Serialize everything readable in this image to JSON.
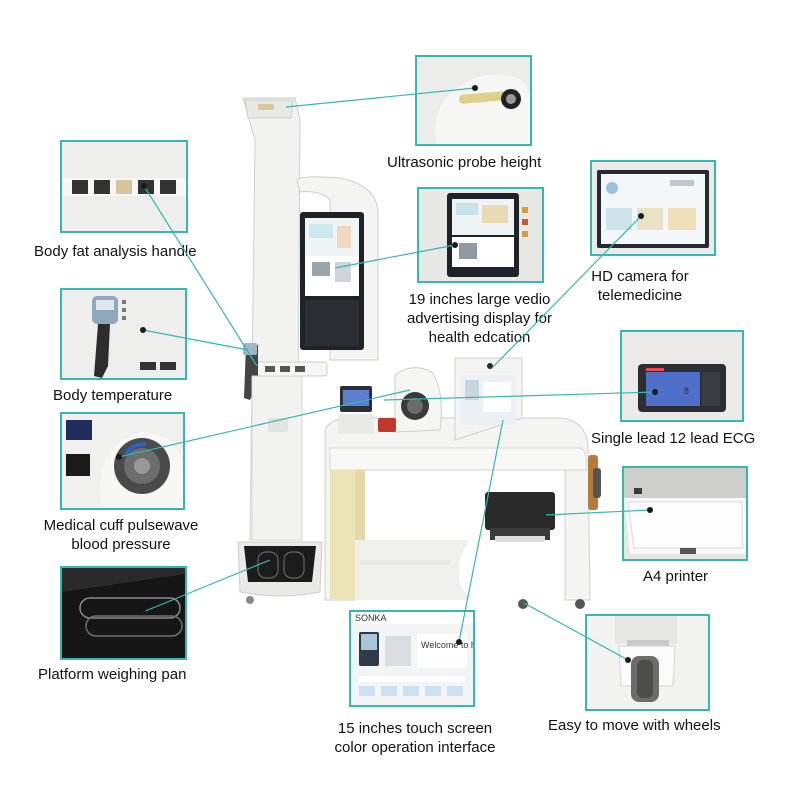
{
  "brand": "SONKA",
  "labels": {
    "ultrasonic": "Ultrasonic probe height",
    "body_fat": "Body fat analysis handle",
    "display_19": [
      "19 inches large vedio",
      "advertising display for",
      "health edcation"
    ],
    "hd_camera": [
      "HD camera for",
      "telemedicine"
    ],
    "body_temp": "Body temperature",
    "ecg": "Single lead 12 lead ECG",
    "cuff": [
      "Medical cuff pulsewave",
      "blood pressure"
    ],
    "printer": "A4 printer",
    "weighing": "Platform weighing pan",
    "touch_screen": [
      "15 inches touch screen",
      "color operation interface"
    ],
    "wheels": "Easy to move with wheels"
  },
  "screen_text": {
    "welcome": "Welcome to health checkup station",
    "ecg_value": "8"
  },
  "colors": {
    "leader_line": "#34b8b0",
    "machine_body": "#f4f4f2",
    "machine_panel": "#ece3b6",
    "screen_bg": "#1f2328"
  }
}
